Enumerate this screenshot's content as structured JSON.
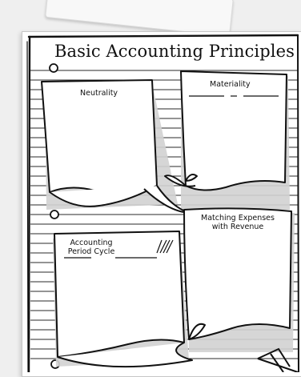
{
  "worksheet": {
    "title": "Basic Accounting Principles",
    "notes": [
      {
        "id": "neutrality",
        "label": "Neutrality"
      },
      {
        "id": "materiality",
        "label": "Materiality"
      },
      {
        "id": "matching",
        "label": "Matching Expenses with Revenue"
      },
      {
        "id": "period",
        "label": "Accounting Period Cycle"
      }
    ]
  }
}
